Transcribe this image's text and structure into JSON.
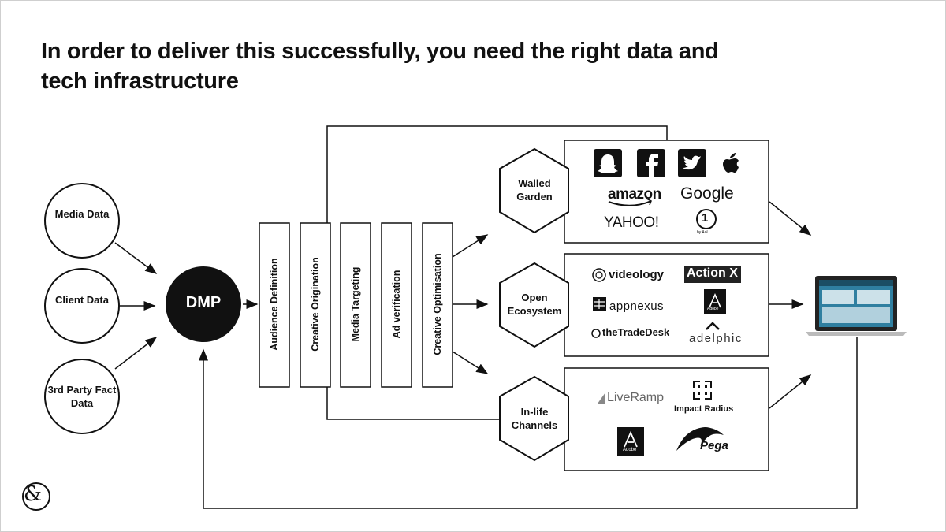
{
  "title": "In order to deliver this successfully, you need the right data and tech infrastructure",
  "data_sources": [
    "Media Data",
    "Client Data",
    "3rd Party Fact Data"
  ],
  "hub": "DMP",
  "pipeline_steps": [
    "Audience Definition",
    "Creative Origination",
    "Media Targeting",
    "Ad verification",
    "Creative Optimisation"
  ],
  "channels": [
    {
      "label": "Walled Garden",
      "logos": [
        "snapchat-icon",
        "facebook-icon",
        "twitter-icon",
        "apple-icon",
        "amazon",
        "Google",
        "YAHOO!",
        "by Aol."
      ]
    },
    {
      "label": "Open Ecosystem",
      "logos": [
        "videology",
        "Action X",
        "appnexus",
        "Adobe",
        "theTradeDesk",
        "adelphic"
      ]
    },
    {
      "label": "In-life Channels",
      "logos": [
        "LiveRamp",
        "Impact Radius",
        "Adobe",
        "Pega"
      ]
    }
  ],
  "logo_text": {
    "amazon": "amazon",
    "google": "Google",
    "yahoo": "YAHOO!",
    "aol": "by Aol.",
    "videology": "videology",
    "actionx": "Action X",
    "appnexus": "appnexus",
    "adobe": "Adobe",
    "tradedesk": "theTradeDesk",
    "adelphic": "adelphic",
    "liveramp": "LiveRamp",
    "impact": "Impact Radius",
    "pega": "Pega"
  },
  "footer_logo": "&",
  "colors": {
    "ink": "#111111",
    "laptop_screen": "#2f7fa0"
  }
}
